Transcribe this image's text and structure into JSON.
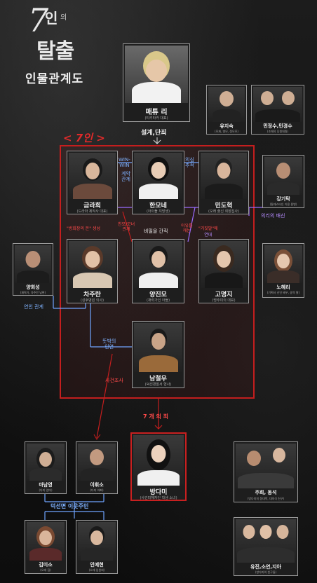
{
  "title": {
    "seven": "7",
    "in": "인",
    "ui": "의",
    "tal": "탈출"
  },
  "subtitle": "인물관계도",
  "group_label": "< 7인 >",
  "people": {
    "maetyuri": {
      "name": "매튜 리",
      "role": "(티키타카 대표)"
    },
    "yunjisu": {
      "name": "유지숙",
      "role": "(모재, 병모, 정모모)"
    },
    "minjungsu": {
      "name": "민정수,민경수",
      "role": "(조재의 당원대원)"
    },
    "geumrahee": {
      "name": "금라희",
      "role": "(드라마 제작사 대표)"
    },
    "hanmone": {
      "name": "한모네",
      "role": "(아이돌 지망생)"
    },
    "mindohyuk": {
      "name": "민도혁",
      "role": "(오래 출신 회장집사)"
    },
    "kangginam": {
      "name": "강기탁",
      "role": "(팔레스타인 이용 용병)"
    },
    "yanghoeseong": {
      "name": "양회성",
      "role": "(재력가, 차주란 남편)"
    },
    "chajuran": {
      "name": "차주란",
      "role": "(성후병원 의사)"
    },
    "yangjinmo": {
      "name": "양진모",
      "role": "(재력가인 아들)"
    },
    "gomyeongji": {
      "name": "고명지",
      "role": "(명주미의 대표)"
    },
    "nohyeri": {
      "name": "노혜리",
      "role": "(기획사 신인 배우, 송딱 딸)"
    },
    "namchulwoo": {
      "name": "남철우",
      "role": "(덕선경찰서 형사)"
    },
    "bangdami": {
      "name": "방다미",
      "role": "(사건피해자인 학생 소녀)"
    },
    "bnanyeong": {
      "name": "마남영",
      "role": "(다미 엄마)"
    },
    "leehwiso": {
      "name": "이휘소",
      "role": "(다미 아빠)"
    },
    "juhee": {
      "name": "주희, 동석",
      "role": "(방다미의 동대학, 대의식 친구)"
    },
    "gimiso": {
      "name": "김미소",
      "role": "(오래 집)"
    },
    "inyehwan": {
      "name": "인예현",
      "role": "(오래 임원회)"
    },
    "yujin": {
      "name": "유진,소연,지아",
      "role": "(방다미의 친구들)"
    }
  },
  "labels": {
    "design": "설계,단죄",
    "winwin": [
      "WIN-",
      "WIN"
    ],
    "contract": [
      "계약",
      "관계"
    ],
    "suspicion": [
      "의심",
      "추적"
    ],
    "betrayal": "의리의 배신",
    "mother_gossip": "\"방회장의 돈\" 생성",
    "mother_daughter": [
      "친모/모녀",
      "관계"
    ],
    "secret": "비밀을 간직",
    "liar": [
      "이유를",
      "캐는"
    ],
    "false_talk": "\"거짓말\"에",
    "alliance": "연대",
    "couple": "연인 관계",
    "unexpected": [
      "뜻밖의",
      "인연"
    ],
    "investigate": "사건조사",
    "seven_sins": "7 개 의 죄",
    "neighbors": "덕선면 이웃주민"
  },
  "colors": {
    "red": "#c41e1e",
    "blue": "#6fa4ff",
    "purple": "#9a6bff",
    "white": "#e0e0e0"
  }
}
